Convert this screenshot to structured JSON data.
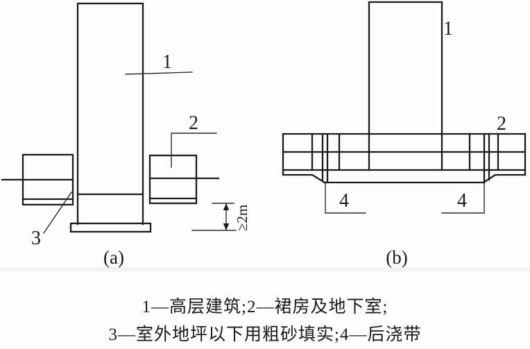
{
  "figure_a": {
    "caption": "(a)",
    "callout_building": "1",
    "callout_podium": "2",
    "callout_sand": "3",
    "dimension_label": "≥2m"
  },
  "figure_b": {
    "caption": "(b)",
    "callout_building": "1",
    "callout_podium": "2",
    "callout_strip_left": "4",
    "callout_strip_right": "4"
  },
  "legend": {
    "line1": "1—高层建筑;2—裙房及地下室;",
    "line2": "3—室外地坪以下用粗砂填实;4—后浇带"
  },
  "colors": {
    "line": "#1b1b1b",
    "background": "#fdfdfd",
    "scan_band": "#ebebeb"
  }
}
